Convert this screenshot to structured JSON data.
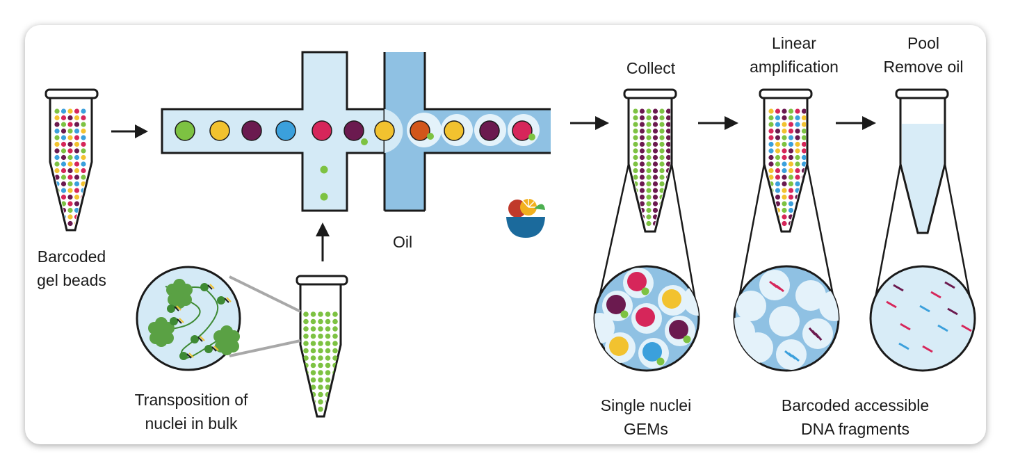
{
  "labels": {
    "barcoded_gel_beads": [
      "Barcoded",
      "gel beads"
    ],
    "oil": "Oil",
    "transposition": [
      "Transposition of",
      "nuclei in bulk"
    ],
    "collect": "Collect",
    "linear_amplification": [
      "Linear",
      "amplification"
    ],
    "pool_remove_oil": [
      "Pool",
      "Remove oil"
    ],
    "single_nuclei_gems": [
      "Single nuclei",
      "GEMs"
    ],
    "barcoded_fragments": [
      "Barcoded accessible",
      "DNA fragments"
    ]
  },
  "colors": {
    "channel_light": "#d4eaf6",
    "channel_dark": "#8fc1e3",
    "tube_fill": "#d8ecf7",
    "green": "#7dc242",
    "yellow": "#f2c22f",
    "purple": "#6b1a4f",
    "blue": "#3ba0dc",
    "magenta": "#d6265a",
    "orange": "#d2561b",
    "darkgreen": "#3e8a34"
  },
  "icons": [
    "arrow-right-icon",
    "arrow-up-icon",
    "fruit-bowl-icon"
  ]
}
